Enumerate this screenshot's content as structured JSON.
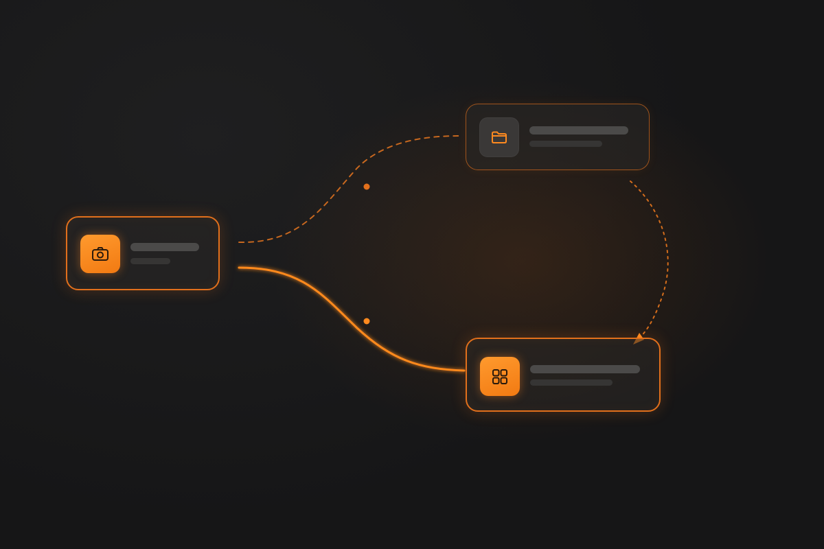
{
  "diagram": {
    "nodes": [
      {
        "id": "camera",
        "icon": "camera-icon",
        "state": "active",
        "text_placeholder": true
      },
      {
        "id": "folder",
        "icon": "folder-icon",
        "state": "muted",
        "text_placeholder": true
      },
      {
        "id": "grid",
        "icon": "grid-icon",
        "state": "active",
        "text_placeholder": true
      }
    ],
    "edges": [
      {
        "from": "camera",
        "to": "folder",
        "style": "dashed",
        "arrow": false
      },
      {
        "from": "camera",
        "to": "grid",
        "style": "solid",
        "arrow": false
      },
      {
        "from": "folder",
        "to": "grid",
        "style": "dotted",
        "arrow": true
      }
    ]
  },
  "colors": {
    "accent": "#ff8a1f",
    "accent_dark": "#f27a12",
    "background": "#1b1b1c",
    "node_fill": "#2a2827",
    "placeholder_bar": "#4b4a49"
  }
}
